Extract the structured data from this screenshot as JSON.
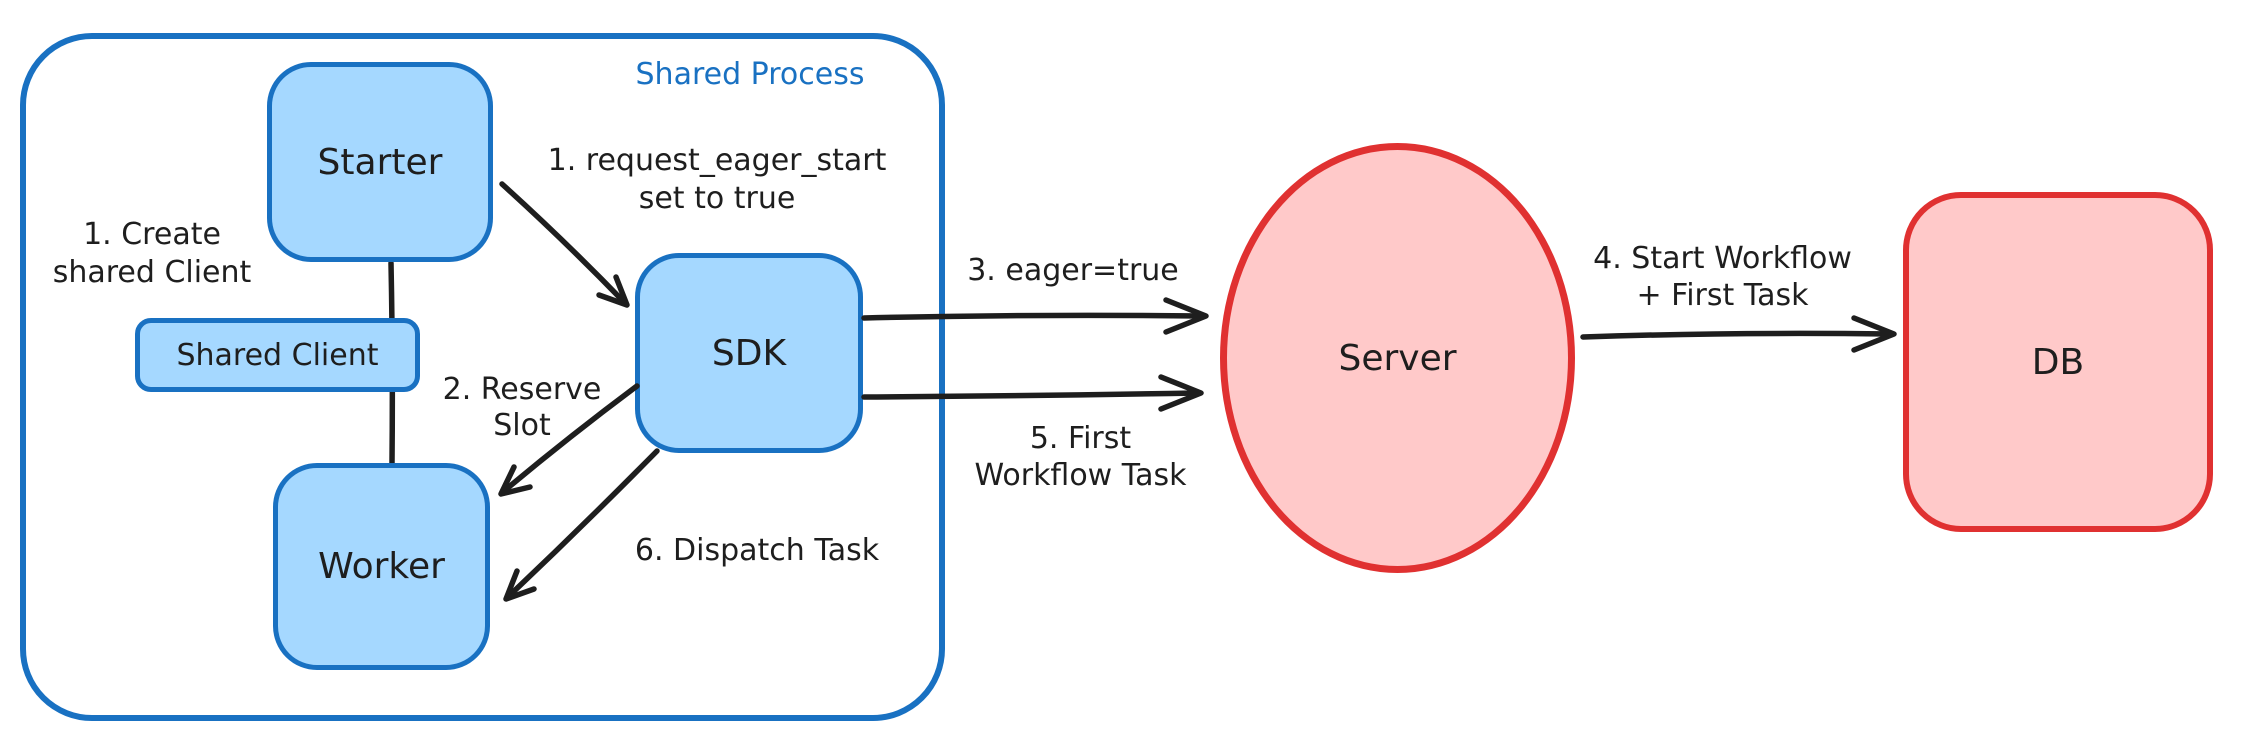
{
  "container": {
    "label": "Shared Process"
  },
  "nodes": {
    "starter": {
      "label": "Starter"
    },
    "shared_client": {
      "label": "Shared Client"
    },
    "worker": {
      "label": "Worker"
    },
    "sdk": {
      "label": "SDK"
    },
    "server": {
      "label": "Server"
    },
    "db": {
      "label": "DB"
    }
  },
  "annotations": {
    "create_shared_client": {
      "line1": "1. Create",
      "line2": "shared Client"
    },
    "request_eager_start": {
      "line1": "1. request_eager_start",
      "line2": "set to true"
    },
    "reserve_slot": {
      "line1": "2. Reserve",
      "line2": "Slot"
    },
    "eager_true": {
      "line1": "3. eager=true"
    },
    "start_workflow": {
      "line1": "4. Start Workflow",
      "line2": "+ First Task"
    },
    "first_workflow_task": {
      "line1": "5. First",
      "line2": "Workflow Task"
    },
    "dispatch_task": {
      "line1": "6. Dispatch Task"
    }
  },
  "edges": [
    {
      "from": "starter",
      "to": "shared_client",
      "label": "1. Create shared Client"
    },
    {
      "from": "starter",
      "to": "sdk",
      "label": "1. request_eager_start set to true"
    },
    {
      "from": "shared_client",
      "to": "worker",
      "label": ""
    },
    {
      "from": "sdk",
      "to": "worker",
      "label": "2. Reserve Slot"
    },
    {
      "from": "sdk",
      "to": "server",
      "label": "3. eager=true"
    },
    {
      "from": "server",
      "to": "db",
      "label": "4. Start Workflow + First Task"
    },
    {
      "from": "sdk",
      "to": "server",
      "label": "5. First Workflow Task"
    },
    {
      "from": "sdk",
      "to": "worker",
      "label": "6. Dispatch Task"
    }
  ],
  "colors": {
    "blue_stroke": "#1971c2",
    "blue_fill": "#a5d8ff",
    "red_stroke": "#e03131",
    "red_fill": "#ffc9c9",
    "ink": "#1e1e1e",
    "background": "#ffffff"
  }
}
